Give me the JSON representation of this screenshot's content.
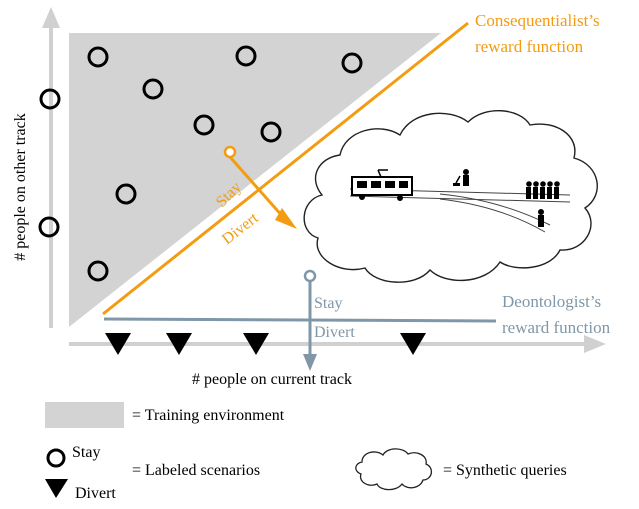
{
  "axes": {
    "y_label": "# people on other track",
    "x_label": "# people on current track"
  },
  "consequentialist": {
    "label_line1": "Consequentialist’s",
    "label_line2": "reward function",
    "color": "#F39C12"
  },
  "deontologist": {
    "label_line1": "Deontologist’s",
    "label_line2": "reward function",
    "color": "#7F97A7"
  },
  "query_orange": {
    "stay": "Stay",
    "divert": "Divert"
  },
  "query_gray": {
    "stay": "Stay",
    "divert": "Divert"
  },
  "legend": {
    "training_env": "= Training environment",
    "stay": "Stay",
    "divert": "Divert",
    "labeled": "= Labeled scenarios",
    "synthetic": "= Synthetic queries"
  },
  "colors": {
    "training_fill": "#D3D3D3",
    "axis": "#D0D0D0",
    "marker": "#000000"
  },
  "icons": [
    "circle-stay-icon",
    "triangle-divert-icon",
    "cloud-icon",
    "tram-icon",
    "lever-icon",
    "person-icon"
  ]
}
